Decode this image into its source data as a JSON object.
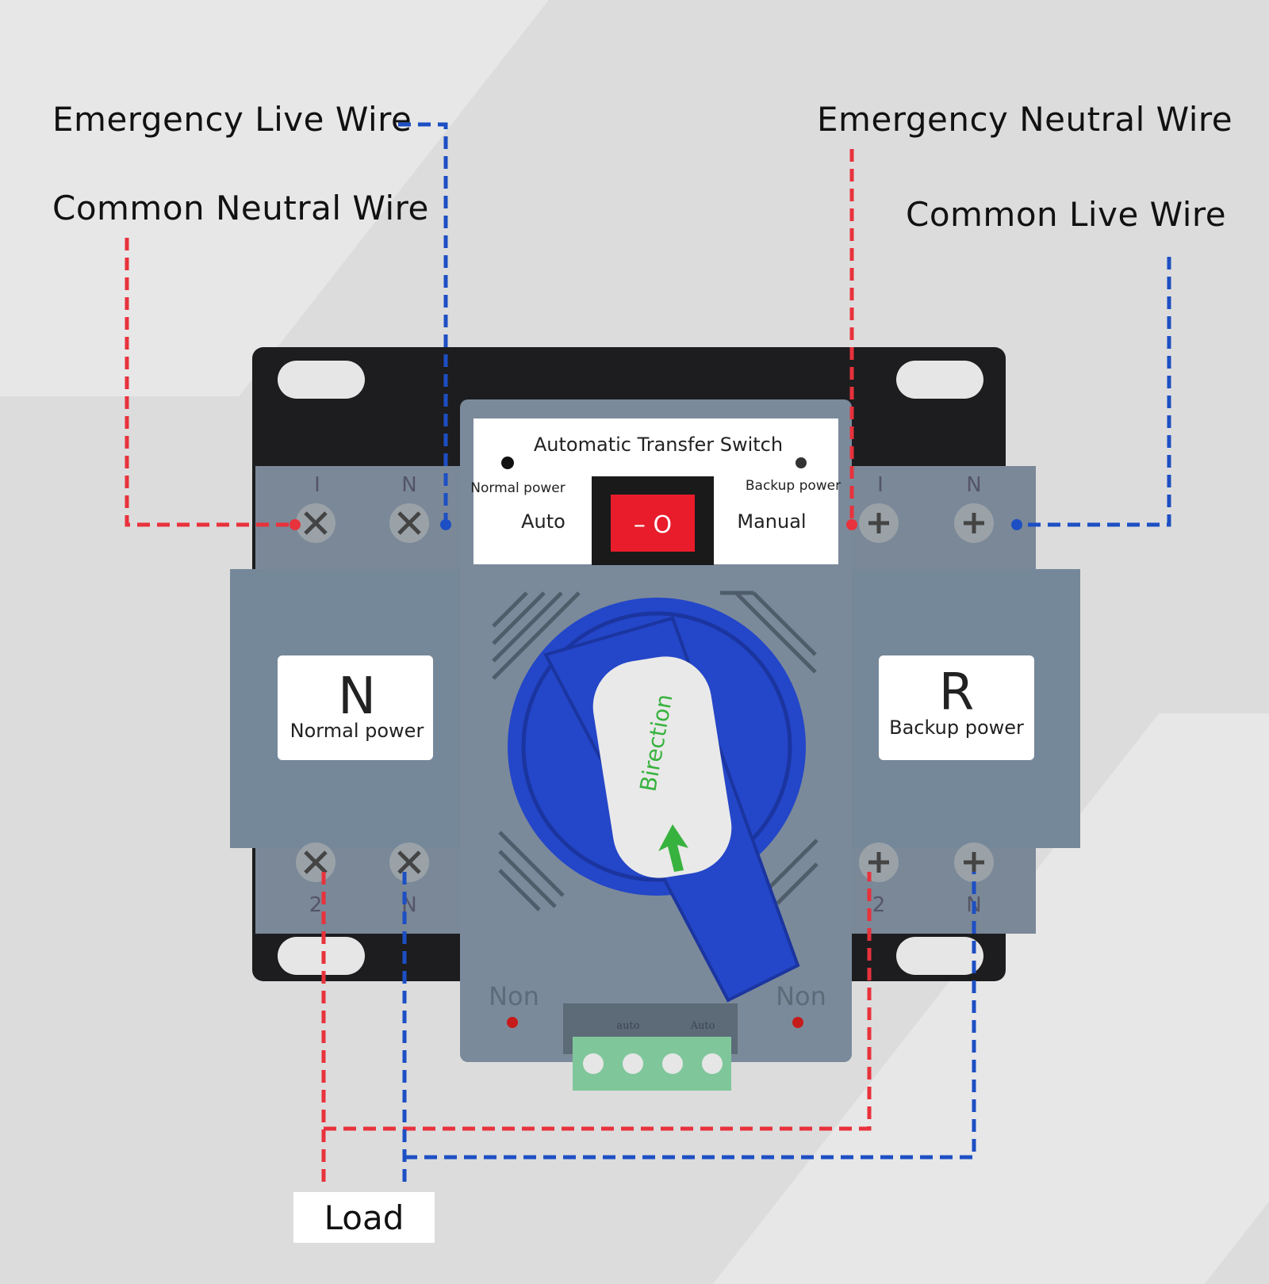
{
  "callouts": {
    "emergency_live": "Emergency Live Wire",
    "common_neutral": "Common Neutral Wire",
    "emergency_neutral": "Emergency Neutral Wire",
    "common_live": "Common Live Wire",
    "load": "Load"
  },
  "device": {
    "label_title": "Automatic Transfer Switch",
    "indicator_left": "Normal power",
    "indicator_right": "Backup power",
    "mode_left": "Auto",
    "mode_right": "Manual",
    "rocker_symbols": "– O",
    "left_panel": {
      "letter": "N",
      "caption": "Normal power"
    },
    "right_panel": {
      "letter": "R",
      "caption": "Backup power"
    },
    "handle_text": "Birection",
    "top_terminals_left": [
      "I",
      "N"
    ],
    "top_terminals_right": [
      "I",
      "N"
    ],
    "bottom_terminals_left": [
      "2",
      "N"
    ],
    "bottom_terminals_right": [
      "2",
      "N"
    ],
    "on_left": "Non",
    "on_right": "Non",
    "aux_labels": [
      "auto",
      "Auto"
    ]
  },
  "colors": {
    "live_wire": "#e8323c",
    "neutral_wire": "#1d4fc4",
    "body": "#7b8a9a",
    "handle": "#2446c8",
    "rocker": "#e81c2b",
    "aux_terminal": "#7fc79a"
  }
}
